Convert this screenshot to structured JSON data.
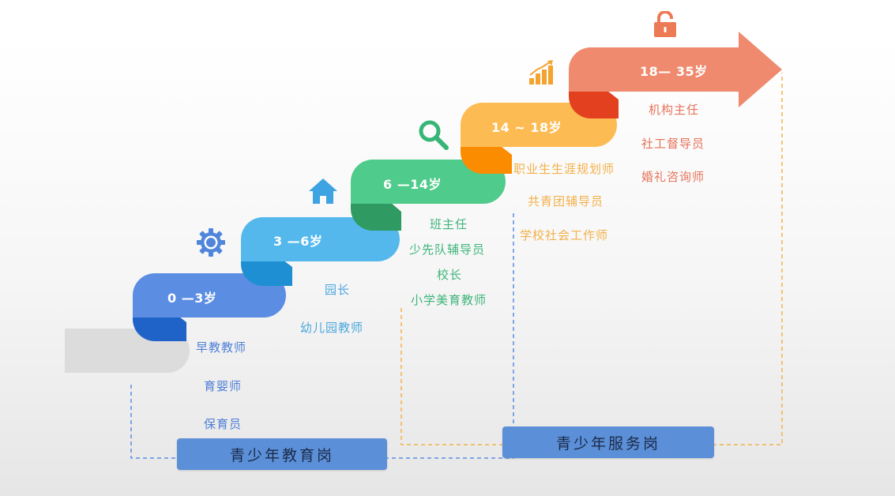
{
  "steps": [
    {
      "label": "0 —3岁",
      "color": "#5b8de3"
    },
    {
      "label": "3 —6岁",
      "color": "#55b8ec"
    },
    {
      "label": "6 —14岁",
      "color": "#4fcb8b"
    },
    {
      "label": "14 ~ 18岁",
      "color": "#fdbb53"
    },
    {
      "label": "18— 35岁",
      "color": "#ef8a6e"
    }
  ],
  "roles": {
    "stage0": [
      "早教教师",
      "育婴师",
      "保育员"
    ],
    "stage1": [
      "园长",
      "幼儿园教师"
    ],
    "stage2": [
      "班主任",
      "少先队辅导员",
      "校长",
      "小学美育教师"
    ],
    "stage3": [
      "职业生生涯规划师",
      "共青团辅导员",
      "学校社会工作师"
    ],
    "stage4": [
      "机构主任",
      "社工督导员",
      "婚礼咨询师"
    ]
  },
  "role_colors": {
    "stage0": "#4f7fd6",
    "stage1": "#4ba7dd",
    "stage2": "#3fb57a",
    "stage3": "#f3b14a",
    "stage4": "#e6735a"
  },
  "categories": {
    "education": "青少年教育岗",
    "service": "青少年服务岗"
  },
  "icons": [
    "gear-icon",
    "home-icon",
    "search-icon",
    "bar-chart-icon",
    "unlock-icon"
  ]
}
